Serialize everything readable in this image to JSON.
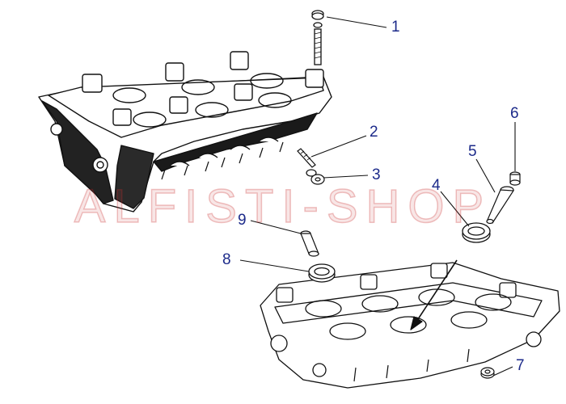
{
  "callouts": [
    {
      "number": "1",
      "part": "stud-nut"
    },
    {
      "number": "2",
      "part": "stud"
    },
    {
      "number": "3",
      "part": "nut"
    },
    {
      "number": "4",
      "part": "seal-ring"
    },
    {
      "number": "5",
      "part": "valve-guide"
    },
    {
      "number": "6",
      "part": "plug"
    },
    {
      "number": "7",
      "part": "nut"
    },
    {
      "number": "8",
      "part": "seal-ring"
    },
    {
      "number": "9",
      "part": "sleeve"
    }
  ],
  "watermark": {
    "text": "ALFISTI-SHOP"
  },
  "colors": {
    "callout": "#1c2a8a",
    "line_art": "#111111",
    "watermark": "#c83c3c"
  }
}
